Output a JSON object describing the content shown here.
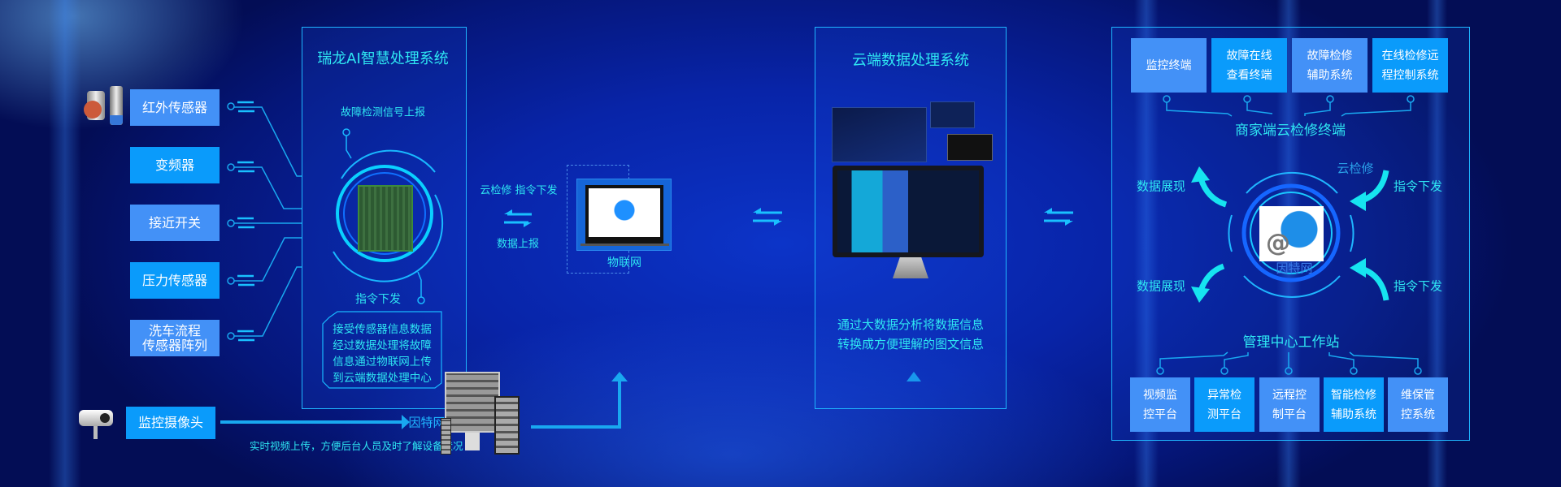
{
  "sensors": [
    {
      "label": "红外传感器",
      "icon": "proximity-sensor-icon"
    },
    {
      "label": "变频器"
    },
    {
      "label": "接近开关"
    },
    {
      "label": "压力传感器"
    },
    {
      "label": "洗车流程传感器阵列",
      "line1": "洗车流程",
      "line2": "传感器阵列"
    }
  ],
  "camera": {
    "label": "监控摄像头",
    "icon": "surveillance-camera-icon"
  },
  "ai_panel": {
    "title": "瑞龙AI智慧处理系统",
    "report_label": "故障检测信号上报",
    "command_label": "指令下发",
    "desc": [
      "接受传感器信息数据",
      "经过数据处理将故障",
      "信息通过物联网上传",
      "到云端数据处理中心"
    ]
  },
  "iot": {
    "top_label": "云检修 指令下发",
    "bottom_label": "数据上报",
    "name": "物联网"
  },
  "video": {
    "internet_label": "因特网",
    "caption": "实时视频上传，方便后台人员及时了解设备状况"
  },
  "cloud_panel": {
    "title": "云端数据处理系统",
    "desc": [
      "通过大数据分析将数据信息",
      "转换成方便理解的图文信息"
    ]
  },
  "right_panel": {
    "top_boxes": [
      {
        "l1": "监控终端",
        "l2": ""
      },
      {
        "l1": "故障在线",
        "l2": "查看终端"
      },
      {
        "l1": "故障检修",
        "l2": "辅助系统"
      },
      {
        "l1": "在线检修远",
        "l2": "程控制系统"
      }
    ],
    "top_title": "商家端云检修终端",
    "cloud_repair": "云检修",
    "data_show_1": "数据展现",
    "data_show_2": "数据展现",
    "command_1": "指令下发",
    "command_2": "指令下发",
    "internet": "因特网",
    "bottom_title": "管理中心工作站",
    "bottom_boxes": [
      {
        "l1": "视频监",
        "l2": "控平台"
      },
      {
        "l1": "异常检",
        "l2": "测平台"
      },
      {
        "l1": "远程控",
        "l2": "制平台"
      },
      {
        "l1": "智能检修",
        "l2": "辅助系统"
      },
      {
        "l1": "维保管",
        "l2": "控系统"
      }
    ]
  },
  "colors": {
    "box_light": "#4391f7",
    "box_bright": "#0a9bfb",
    "accent_cyan": "#2ee6f2",
    "line_blue": "#19a8f0"
  }
}
